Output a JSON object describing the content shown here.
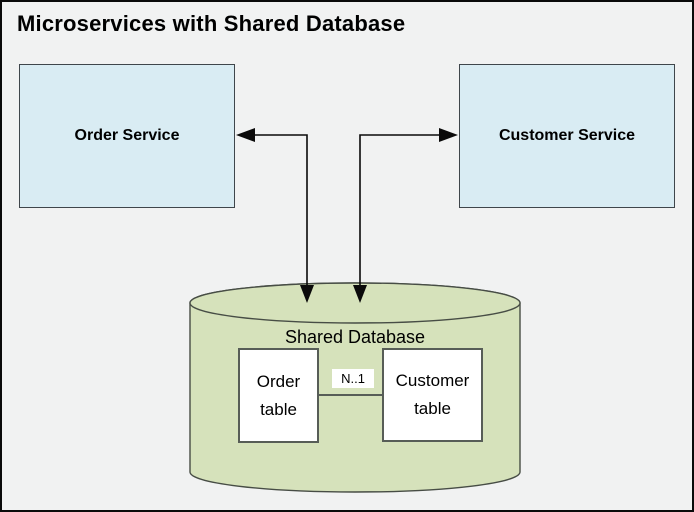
{
  "title": "Microservices with Shared Database",
  "services": [
    {
      "label": "Order Service"
    },
    {
      "label": "Customer Service"
    }
  ],
  "database": {
    "label": "Shared Database",
    "tables": [
      {
        "label": "Order table"
      },
      {
        "label": "Customer table"
      }
    ],
    "relation_label": "N..1"
  },
  "connectors": [
    {
      "from": "Shared Database",
      "to": "Order Service",
      "shape": "elbow",
      "arrowheads": "both-ends"
    },
    {
      "from": "Shared Database",
      "to": "Customer Service",
      "shape": "elbow",
      "arrowheads": "both-ends"
    }
  ],
  "colors": {
    "canvas_background": "#f1f2f2",
    "frame_border": "#0a0a0a",
    "service_fill": "#d9ecf3",
    "service_border": "#3f464b",
    "database_fill": "#d6e2bb",
    "database_border": "#474d45",
    "table_fill": "#ffffff",
    "table_border": "#575d57",
    "connector": "#0a0a0a",
    "text": "#000000"
  }
}
